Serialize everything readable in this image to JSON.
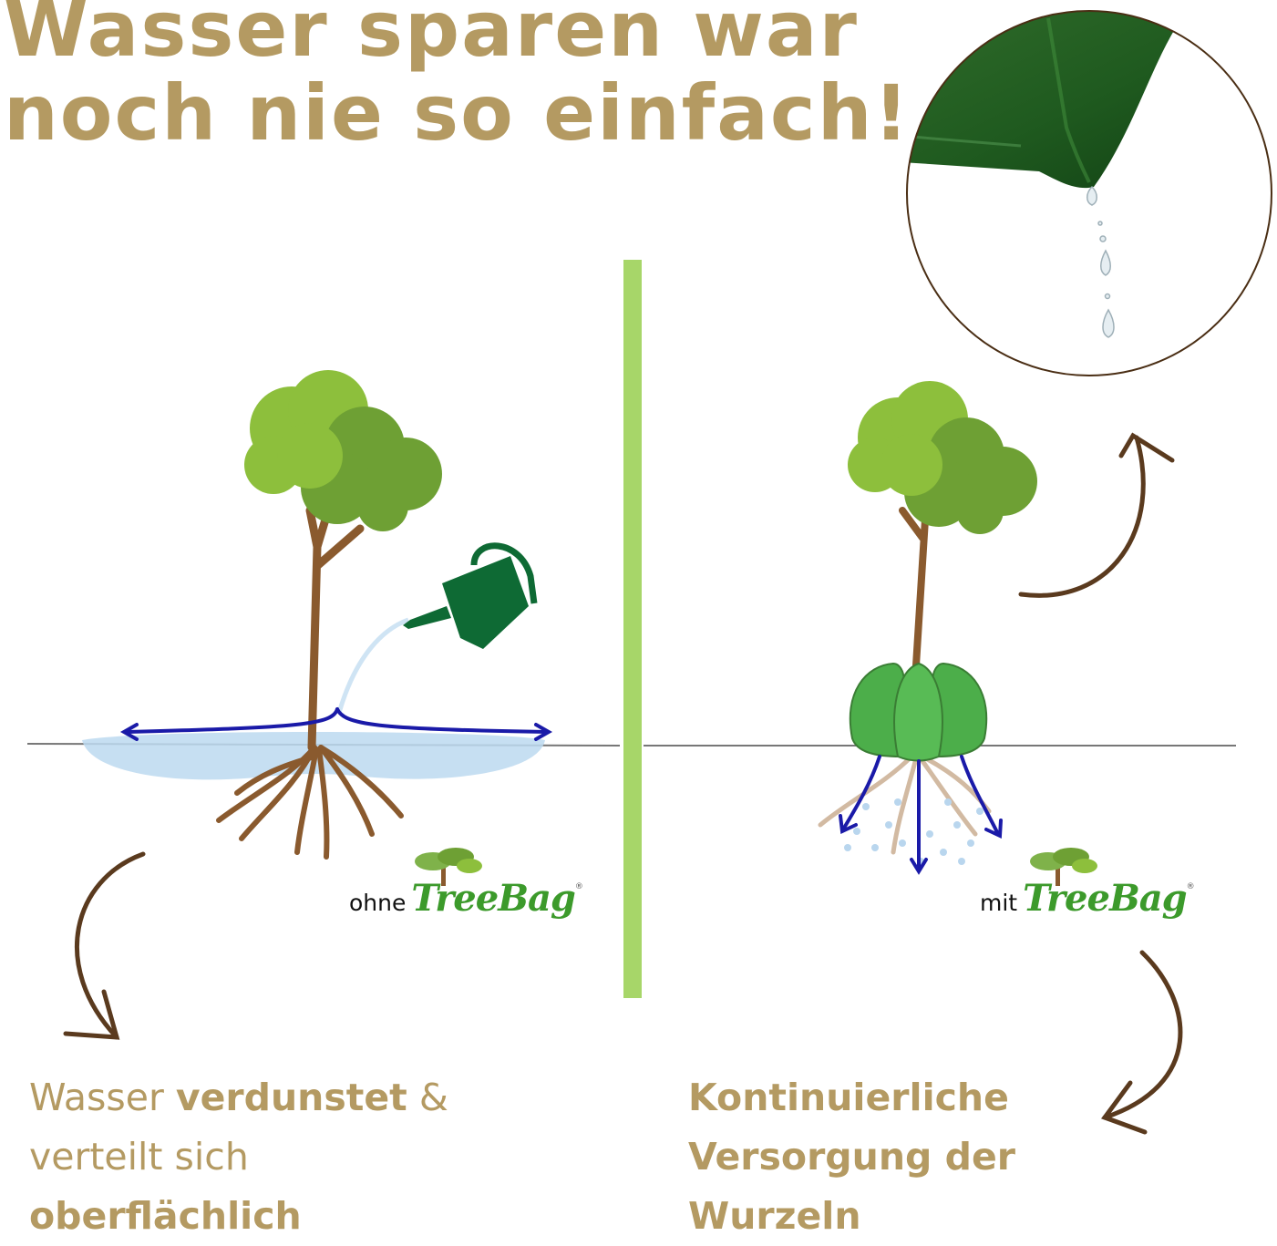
{
  "headline": {
    "line1": "Wasser sparen war",
    "line2": "noch nie so einfach!"
  },
  "left_label": {
    "prefix": "ohne",
    "brand": "TreeBag",
    "reg": "®"
  },
  "right_label": {
    "prefix": "mit",
    "brand": "TreeBag",
    "reg": "®"
  },
  "caption_left": {
    "line1_normal": "Wasser ",
    "line1_bold": "verdunstet",
    "line1_tail": " &",
    "line2": "verteilt sich",
    "line3": "oberflächlich"
  },
  "caption_right": {
    "line1": "Kontinuierliche",
    "line2": "Versorgung der",
    "line3": "Wurzeln"
  },
  "colors": {
    "gold": "#b49a62",
    "brown_arrow": "#5a3a1e",
    "divider": "#a7d669",
    "blue_arrow": "#1a1aa8",
    "brand_green": "#3c9a2b",
    "can_green": "#0e6a34",
    "bag_green": "#4cae4a",
    "foliage_light": "#8dbf3c",
    "foliage_dark": "#6ea034",
    "trunk": "#8a5a2e",
    "water": "#bcd9f0"
  }
}
